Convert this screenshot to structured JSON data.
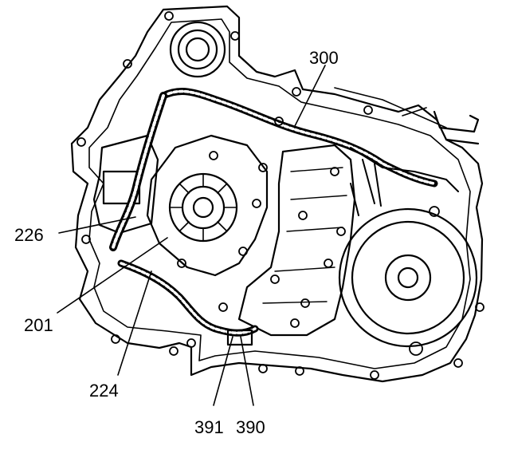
{
  "diagram": {
    "callouts": [
      {
        "id": "300",
        "text": "300"
      },
      {
        "id": "226",
        "text": "226"
      },
      {
        "id": "201",
        "text": "201"
      },
      {
        "id": "224",
        "text": "224"
      },
      {
        "id": "391",
        "text": "391"
      },
      {
        "id": "390",
        "text": "390"
      }
    ],
    "colors": {
      "line": "#000000",
      "background": "#ffffff"
    }
  }
}
